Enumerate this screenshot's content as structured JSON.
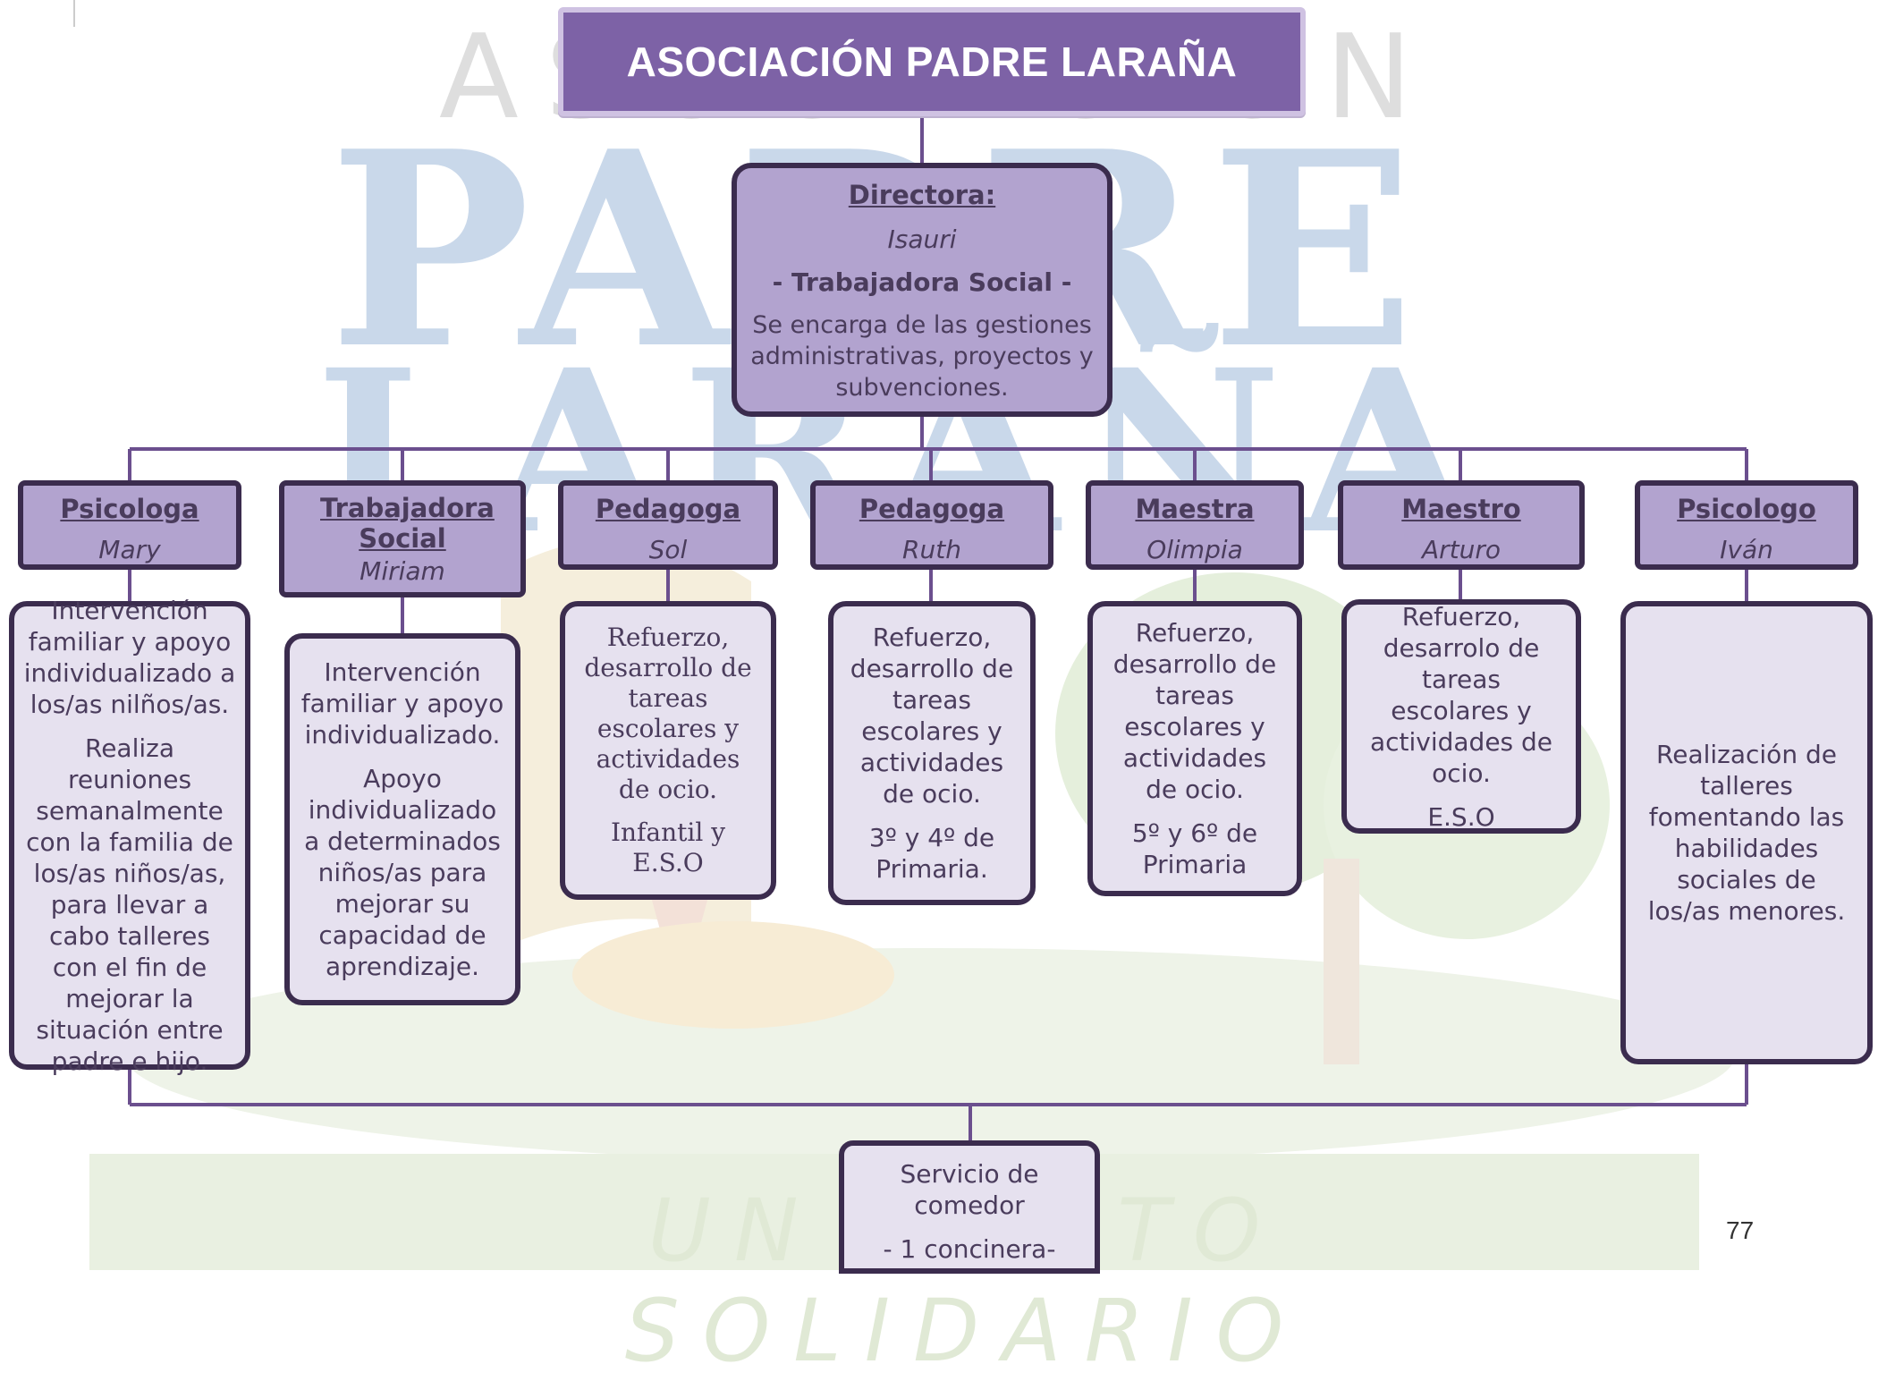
{
  "header": {
    "title": "ASOCIACIÓN PADRE LARAÑA"
  },
  "director": {
    "label": "Directora:",
    "name": "Isauri",
    "role": "- Trabajadora Social -",
    "description": "Se encarga de las gestiones administrativas, proyectos y subvenciones."
  },
  "staff": [
    {
      "label": "Psicologa",
      "name": "Mary",
      "paragraphs": [
        "Intervención familiar y apoyo individualizado a los/as nilños/as.",
        "Realiza reuniones semanalmente con la familia de los/as niños/as, para llevar a cabo talleres con el fin de mejorar la situación entre padre e hijo."
      ]
    },
    {
      "label": "Trabajadora Social",
      "name": "Miriam",
      "paragraphs": [
        "Intervención familiar y apoyo individualizado.",
        "Apoyo individualizado a determinados niños/as para mejorar su capacidad de aprendizaje."
      ]
    },
    {
      "label": "Pedagoga",
      "name": "Sol",
      "paragraphs": [
        "Refuerzo, desarrollo de tareas escolares y actividades de ocio.",
        "Infantil y E.S.O"
      ]
    },
    {
      "label": "Pedagoga",
      "name": "Ruth",
      "paragraphs": [
        "Refuerzo, desarrollo de tareas escolares y actividades de ocio.",
        "3º y 4º de Primaria."
      ]
    },
    {
      "label": "Maestra",
      "name": "Olimpia",
      "paragraphs": [
        "Refuerzo, desarrollo de tareas escolares y actividades de ocio.",
        "5º y 6º de Primaria"
      ]
    },
    {
      "label": "Maestro",
      "name": "Arturo",
      "paragraphs": [
        "Refuerzo, desarrolo de tareas escolares y actividades de ocio.",
        "E.S.O"
      ]
    },
    {
      "label": "Psicologo",
      "name": "Iván",
      "paragraphs": [
        "Realización de talleres fomentando las habilidades sociales de los/as menores."
      ]
    }
  ],
  "comedor": {
    "line1": "Servicio de comedor",
    "line2": "- 1 concinera-"
  },
  "watermark": {
    "top": "ASOCIACIÓN",
    "middle1": "PADRE",
    "middle2": "LARAÑA",
    "bottom": "UN GESTO SOLIDARIO"
  },
  "page_number": "77",
  "colors": {
    "title_bg": "#7d62a6",
    "role_bg": "#b2a3cf",
    "desc_bg": "#e6e1ef",
    "border": "#3b2c4e",
    "connector": "#6b4f8e",
    "text": "#4a3c5c"
  }
}
